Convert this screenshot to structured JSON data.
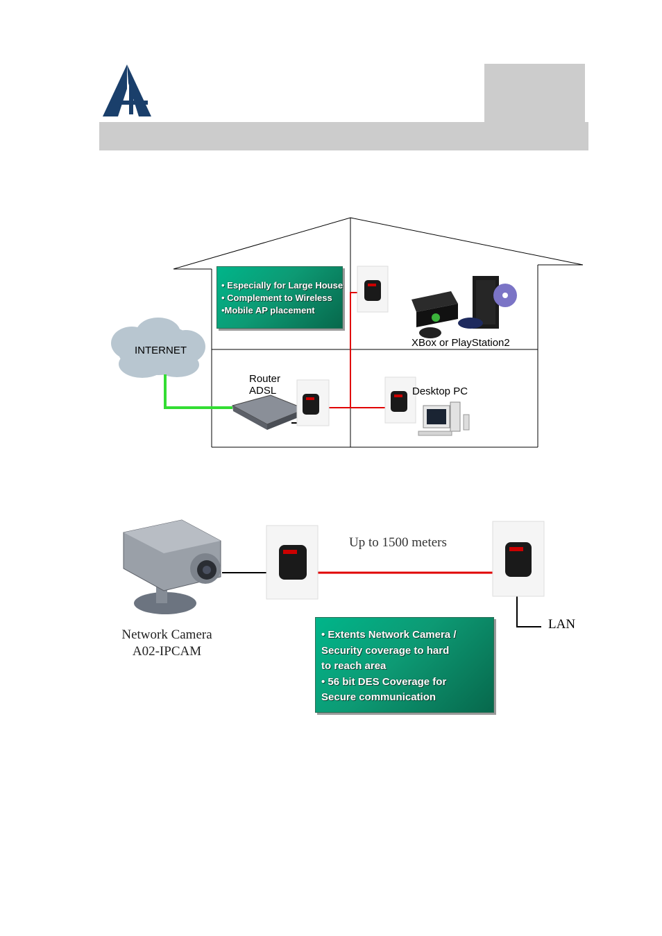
{
  "diagram1": {
    "cloud_label": "INTERNET",
    "router_label_line1": "Router",
    "router_label_line2": "ADSL",
    "console_label": "XBox or PlayStation2",
    "desktop_label": "Desktop PC",
    "features": [
      "• Especially for Large House",
      "• Complement to Wireless",
      "•Mobile AP placement"
    ]
  },
  "diagram2": {
    "distance_label": "Up to 1500 meters",
    "lan_label": "LAN",
    "camera_label_line1": "Network Camera",
    "camera_label_line2": "A02-IPCAM",
    "features": [
      "• Extents Network Camera /",
      "Security coverage to hard",
      "to reach area",
      "• 56 bit DES Coverage for",
      "Secure communication"
    ]
  },
  "colors": {
    "powerline_link": "#e00000",
    "internet_link": "#33dd33",
    "ethernet_link": "#000000",
    "logo": "#1a3f6b"
  },
  "icons": [
    "atlantis-logo",
    "internet-cloud-icon",
    "powerline-adapter-icon",
    "router-icon",
    "game-console-icon",
    "desktop-pc-icon",
    "network-camera-icon"
  ]
}
